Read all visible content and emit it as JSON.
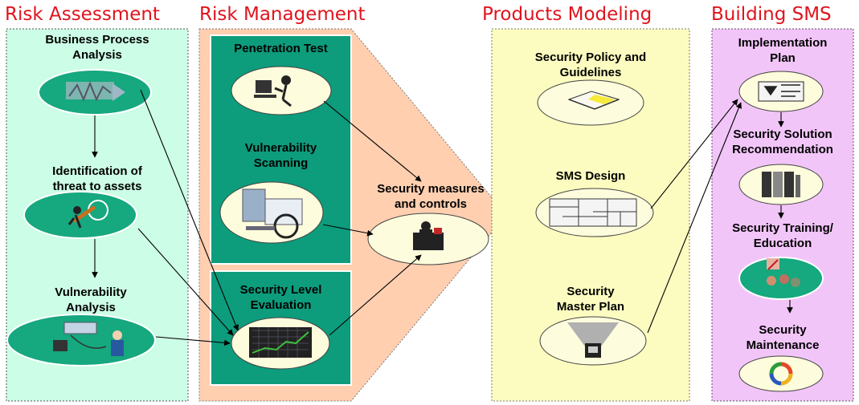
{
  "colors": {
    "title_red": "#e0141e",
    "risk_assessment_bg": "#ccfde6",
    "risk_management_bg": "#ffcfb0",
    "green_box": "#0d9c7c",
    "green_ellipse": "#16a87e",
    "products_bg": "#fcfcc0",
    "building_bg": "#f2c5f9",
    "cream_ellipse": "#fdfcdc"
  },
  "sections": {
    "risk_assessment": "Risk Assessment",
    "risk_management": "Risk Management",
    "products_modeling": "Products Modeling",
    "building_sms": "Building SMS"
  },
  "risk_assessment": {
    "business_process": [
      "Business Process",
      "Analysis"
    ],
    "identification": [
      "Identification of",
      "threat to assets"
    ],
    "vulnerability_analysis": [
      "Vulnerability",
      "Analysis"
    ]
  },
  "risk_management": {
    "penetration_test": "Penetration Test",
    "vulnerability_scanning": [
      "Vulnerability",
      "Scanning"
    ],
    "security_level": [
      "Security Level",
      "Evaluation"
    ],
    "measures": [
      "Security measures",
      "and controls"
    ]
  },
  "products_modeling": {
    "policy": [
      "Security Policy and",
      "Guidelines"
    ],
    "sms_design": "SMS Design",
    "master_plan": [
      "Security",
      "Master Plan"
    ]
  },
  "building_sms": {
    "implementation": [
      "Implementation",
      "Plan"
    ],
    "solution": [
      "Security Solution",
      "Recommendation"
    ],
    "training": [
      "Security Training/",
      "Education"
    ],
    "maintenance": [
      "Security",
      "Maintenance"
    ]
  },
  "icons": [
    "process-chart-icon",
    "thief-icon",
    "computers-person-icon",
    "person-computer-icon",
    "server-magnifier-icon",
    "rising-chart-icon",
    "security-guard-icon",
    "book-icon",
    "floor-plan-icon",
    "lighthouse-icon",
    "blueprint-icon",
    "server-rack-icon",
    "team-training-icon",
    "recycle-icon"
  ]
}
